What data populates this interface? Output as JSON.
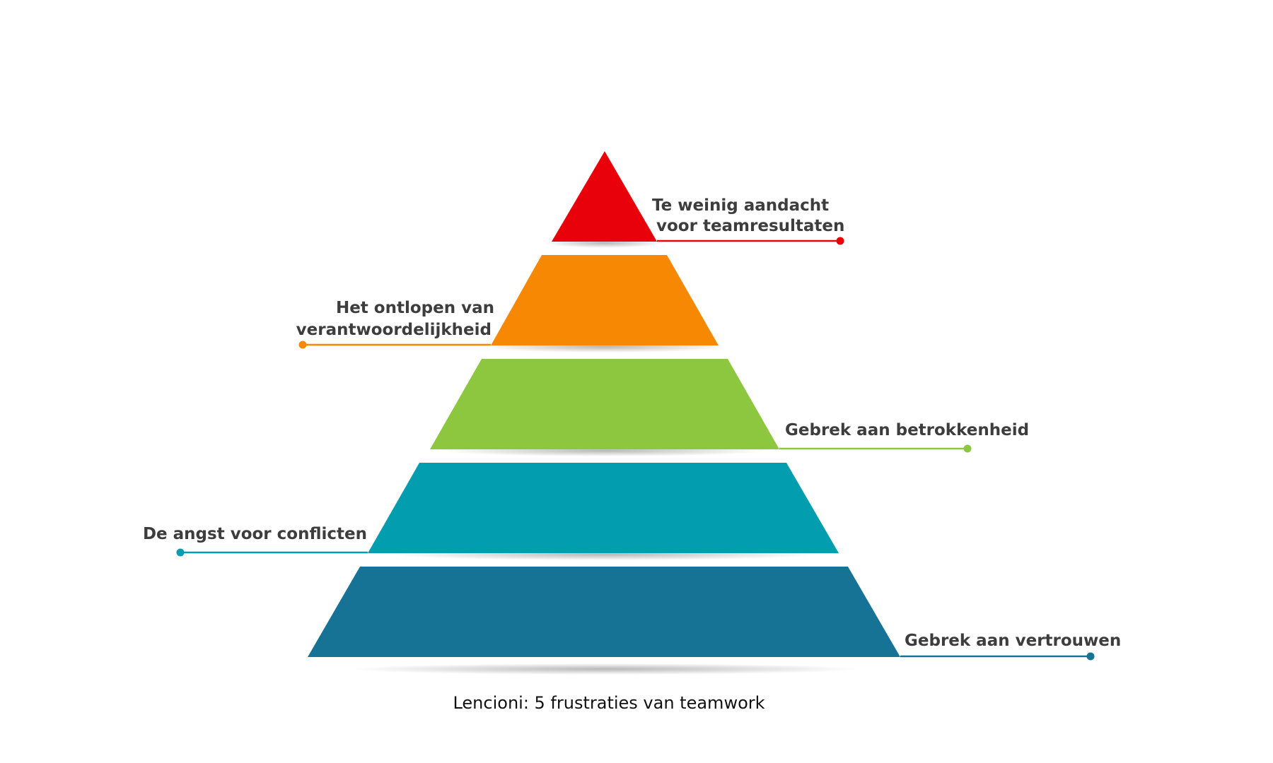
{
  "diagram": {
    "caption": "Lencioni: 5 frustraties van teamwork",
    "levels": [
      {
        "lines": [
          "Te weinig aandacht",
          "voor teamresultaten"
        ],
        "color": "#e8000b",
        "side": "right"
      },
      {
        "lines": [
          "Het ontlopen van",
          "verantwoordelijkheid"
        ],
        "color": "#f68804",
        "side": "left"
      },
      {
        "lines": [
          "Gebrek aan betrokkenheid"
        ],
        "color": "#8dc63f",
        "side": "right"
      },
      {
        "lines": [
          "De angst voor conflicten"
        ],
        "color": "#029eb0",
        "side": "left"
      },
      {
        "lines": [
          "Gebrek aan vertrouwen"
        ],
        "color": "#177396",
        "side": "right"
      }
    ]
  }
}
